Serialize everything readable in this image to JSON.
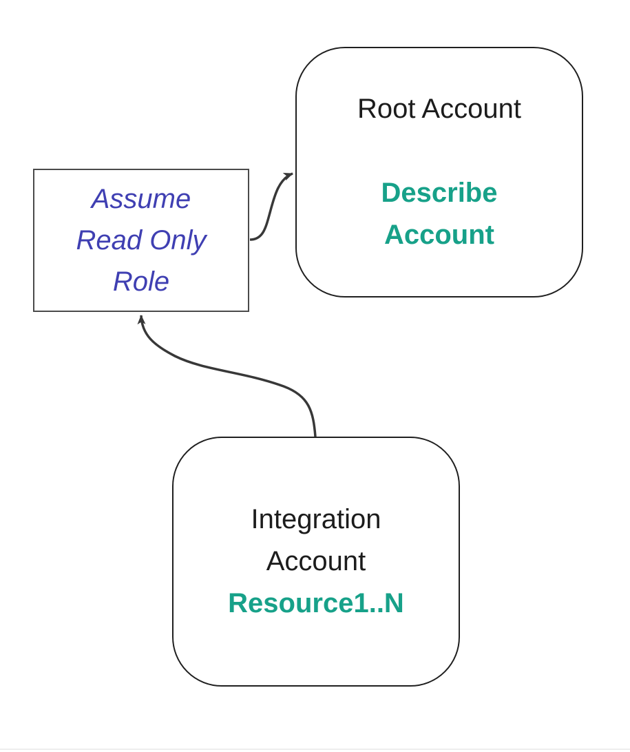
{
  "diagram": {
    "background_color": "#ffffff",
    "colors": {
      "accent_teal": "#17a189",
      "accent_blue": "#3f3fb2",
      "node_border": "#1f1f1f",
      "edge_stroke": "#383838"
    },
    "nodes": {
      "root_account": {
        "title": "Root Account",
        "action": "Describe\nAccount"
      },
      "assume_role": {
        "label": "Assume\nRead Only\nRole"
      },
      "integration_account": {
        "title": "Integration\nAccount",
        "action": "Resource1..N"
      }
    },
    "edges": [
      {
        "from": "assume_role",
        "to": "root_account"
      },
      {
        "from": "integration_account",
        "to": "assume_role"
      }
    ]
  }
}
